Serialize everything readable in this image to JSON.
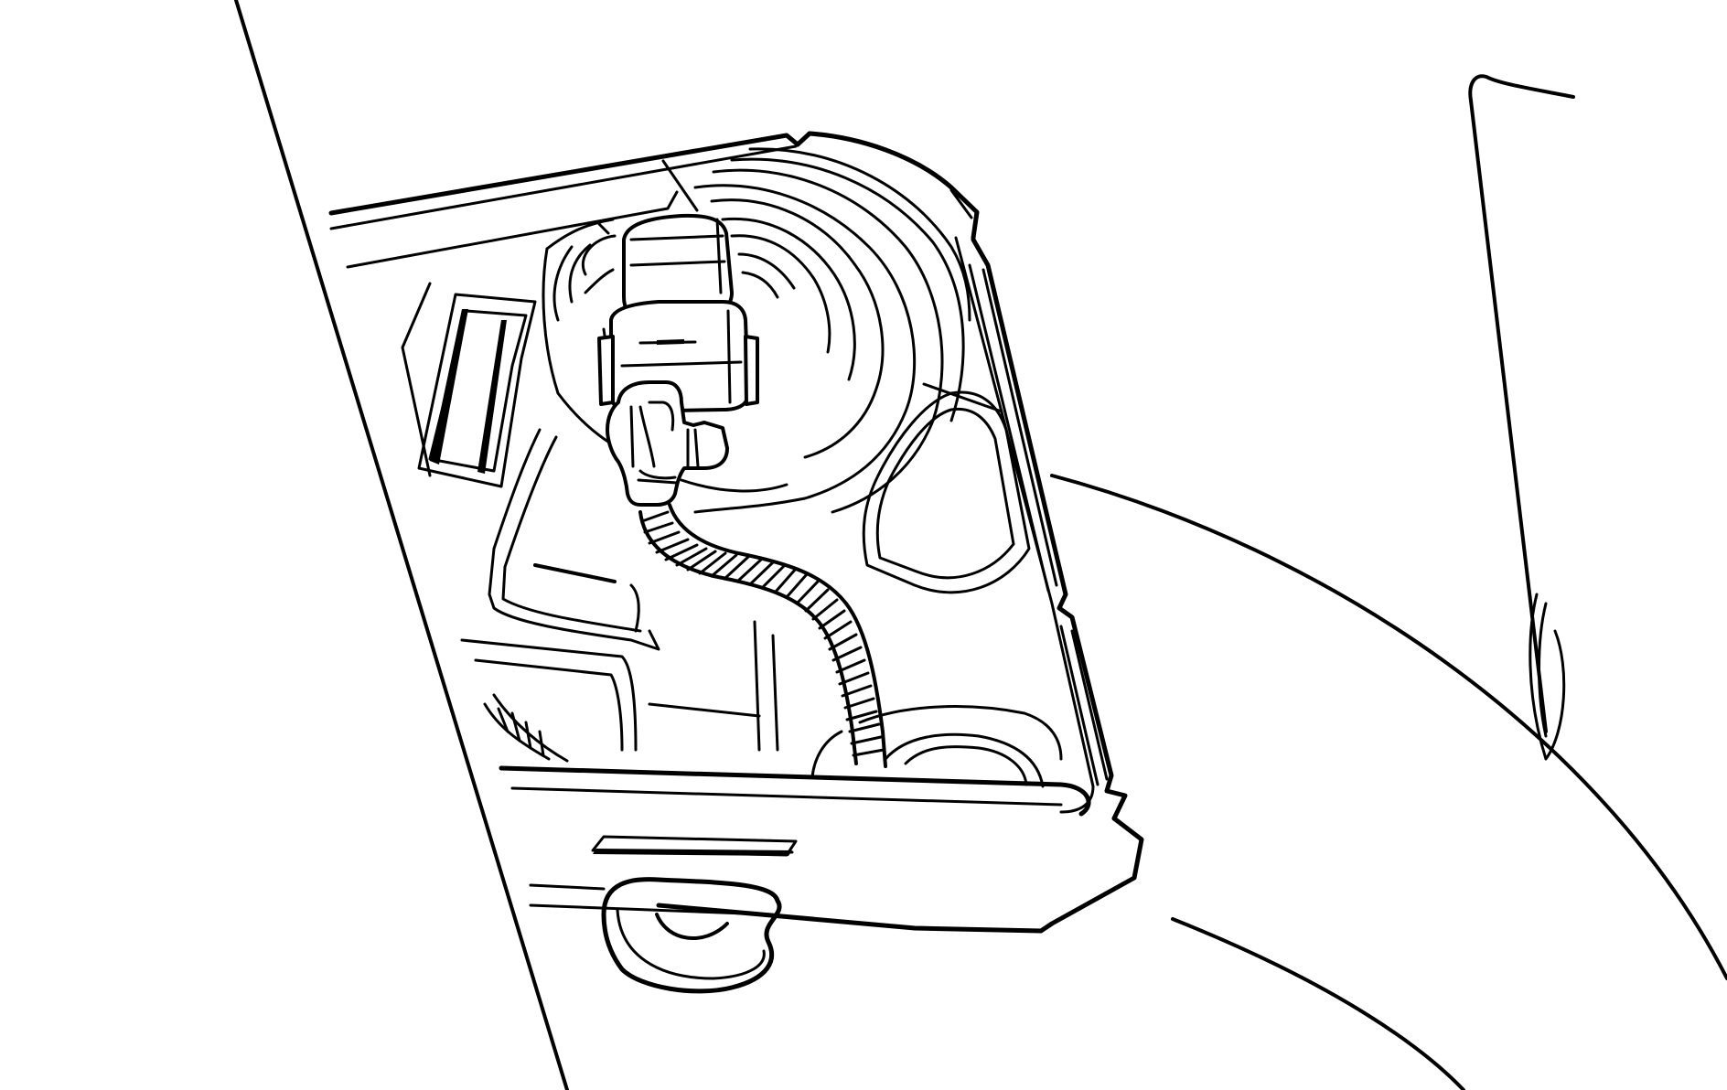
{
  "figure": {
    "description_style": "black-and-white line drawing",
    "colors": {
      "stroke": "#000000",
      "background": "#ffffff"
    },
    "components": [
      "body-panel-edge",
      "lamp-housing",
      "bulb-socket-rings",
      "electrical-connector",
      "connector-lock-tab",
      "corrugated-wire-harness",
      "housing-retaining-clip",
      "bumper-fascia-curve",
      "fender-edge"
    ]
  }
}
